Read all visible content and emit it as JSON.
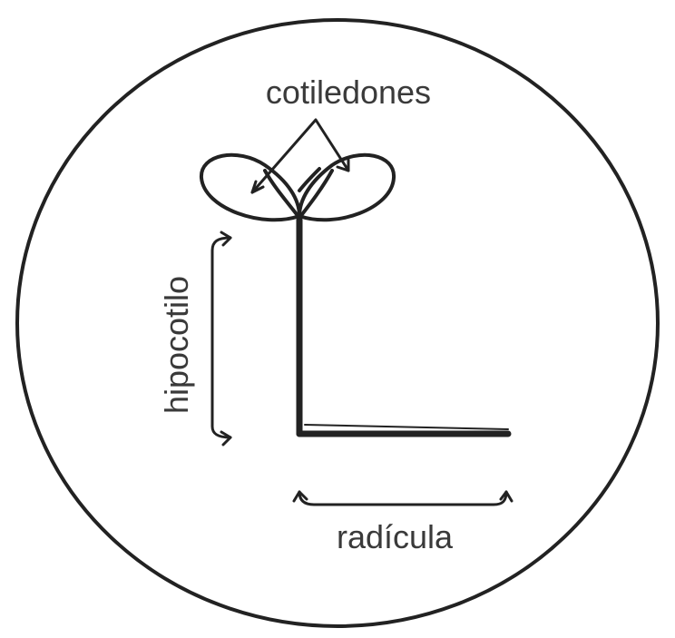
{
  "labels": {
    "cotyledons": "cotiledones",
    "hypocotyl": "hipocotilo",
    "radicle": "radícula"
  },
  "colors": {
    "line": "#222222",
    "text": "#3a3a3a",
    "background": "#ffffff"
  }
}
